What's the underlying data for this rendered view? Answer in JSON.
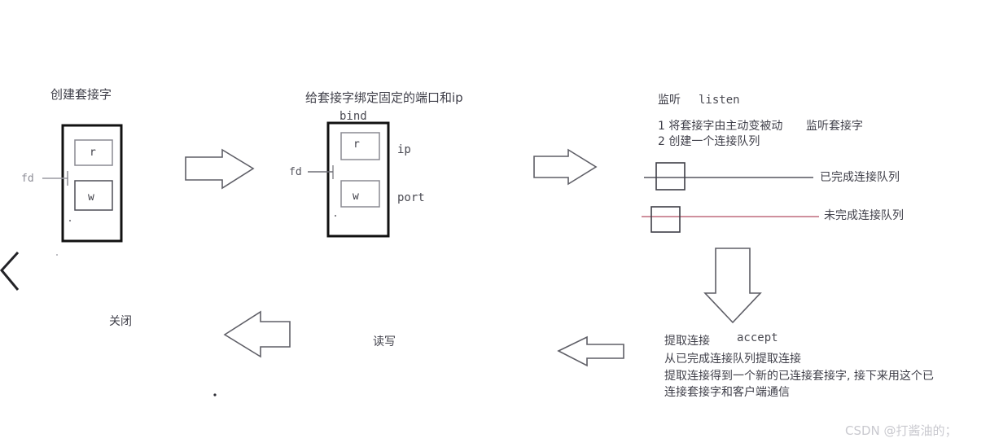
{
  "diagram": {
    "title": "socket-server-flow",
    "watermark": "CSDN @打酱油的；",
    "stages": {
      "create": {
        "title": "创建套接字",
        "fd_label": "fd",
        "slot_read": "r",
        "slot_write": "w"
      },
      "bind": {
        "title": "给套接字绑定固定的端口和ip",
        "call": "bind",
        "fd_label": "fd",
        "slot_read": "r",
        "slot_write": "w",
        "ip_label": "ip",
        "port_label": "port"
      },
      "listen": {
        "title_cn": "监听",
        "title_en": "listen",
        "point_1": "1 将套接字由主动变被动",
        "point_2": "2 创建一个连接队列",
        "listen_socket_label": "监听套接字",
        "queue_done_label": "已完成连接队列",
        "queue_pending_label": "未完成连接队列"
      },
      "accept": {
        "title_cn": "提取连接",
        "title_en": "accept",
        "line_1": "从已完成连接队列提取连接",
        "line_2": "提取连接得到一个新的已连接套接字, 接下来用这个已",
        "line_3": "连接套接字和客户端通信"
      },
      "readwrite": {
        "title": "读写"
      },
      "close": {
        "title": "关闭"
      }
    },
    "colors": {
      "outline": "#6b6b73",
      "box_stroke": "#111111",
      "inner_box_stroke": "#7d7d85",
      "queue_done_line": "#6d6d75",
      "queue_pending_line": "#c8808f",
      "text": "#40404a",
      "watermark": "#c9c9cf"
    }
  }
}
